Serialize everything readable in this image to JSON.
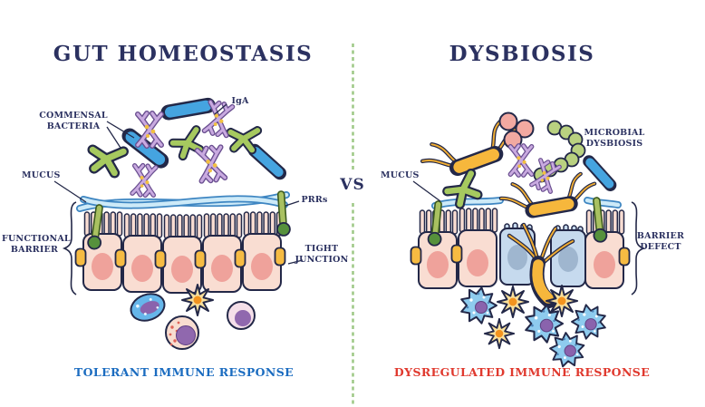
{
  "titles": {
    "left": "GUT HOMEOSTASIS",
    "right": "DYSBIOSIS",
    "versus": "VS"
  },
  "left_panel": {
    "labels": {
      "commensal_bacteria": "COMMENSAL BACTERIA",
      "iga": "IgA",
      "mucus": "MUCUS",
      "prrs": "PRRs",
      "functional_barrier": "FUNCTIONAL BARRIER",
      "tight_junction": "TIGHT JUNCTION"
    },
    "caption": "TOLERANT IMMUNE RESPONSE"
  },
  "right_panel": {
    "labels": {
      "mucus": "MUCUS",
      "microbial_dysbiosis": "MICROBIAL DYSBIOSIS",
      "barrier_defect": "BARRIER DEFECT"
    },
    "caption": "DYSREGULATED IMMUNE RESPONSE"
  },
  "colors": {
    "heading": "#2b3160",
    "label": "#2b3160",
    "caption_left": "#1b6cc0",
    "caption_right": "#e0392e",
    "divider": "#9dc885",
    "outline": "#232848",
    "commensal_rod": "#45a4e0",
    "commensal_branched": "#a6c95f",
    "iga_antibody": "#c9aae0",
    "iga_dots": "#f2c040",
    "mucus": "#cdeaf8",
    "epithelial_cell": "#f9ddd2",
    "epithelial_nucleus": "#efa29b",
    "damaged_cell": "#c6daee",
    "damaged_nucleus": "#9fb6cf",
    "tight_junction": "#f6bb42",
    "prr_receptor": "#56913c",
    "pathogen_flagellated": "#f6b73c",
    "pathogen_cocci": "#f2a9a1",
    "pathogen_chain": "#b9d180",
    "dendritic_cell": "#f9e09c",
    "dendritic_center": "#f3941f",
    "macrophage": "#8ecbee",
    "immune_nucleus": "#8a63ad"
  }
}
